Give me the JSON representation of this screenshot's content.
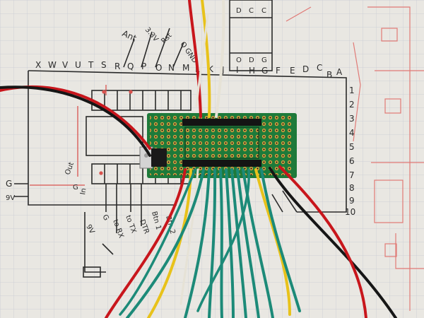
{
  "schematic": {
    "top_row_letters": [
      "X",
      "W",
      "V",
      "U",
      "T",
      "S",
      "R",
      "Q",
      "P",
      "O",
      "N",
      "M",
      "L",
      "K",
      "J",
      "I",
      "H",
      "G",
      "F",
      "E",
      "D",
      "C",
      "B",
      "A"
    ],
    "right_col_numbers": [
      "1",
      "2",
      "3",
      "4",
      "5",
      "6",
      "7",
      "8",
      "9",
      "10"
    ],
    "labels": {
      "ant": "Ant",
      "v33": "3.3V",
      "rst": "Rst",
      "qgnd": "Q GND"
    },
    "left_labels": {
      "g": "G",
      "v9": "9V",
      "out": "Out",
      "g2": "G",
      "in": "In"
    },
    "bottom_labels": {
      "v9": "9V",
      "g": "G",
      "to_rx": "to RX",
      "to_tx": "to TX",
      "dtr": "DTR",
      "btn1": "Btn 1",
      "btn2": "Btn 2"
    },
    "chip_box_letters": [
      "D",
      "C",
      "C",
      "O",
      "D",
      "G"
    ]
  },
  "colors": {
    "paper": "#e9e7e2",
    "grid": "#c8cbd4",
    "ink": "#2a2a2a",
    "red_ink": "#d9534f",
    "pcb": "#1e7a3a",
    "wire_green": "#1c8a78",
    "wire_yellow": "#e8c21a",
    "wire_red": "#c8161c",
    "wire_black": "#161616",
    "wire_white": "#e6e2d6"
  }
}
